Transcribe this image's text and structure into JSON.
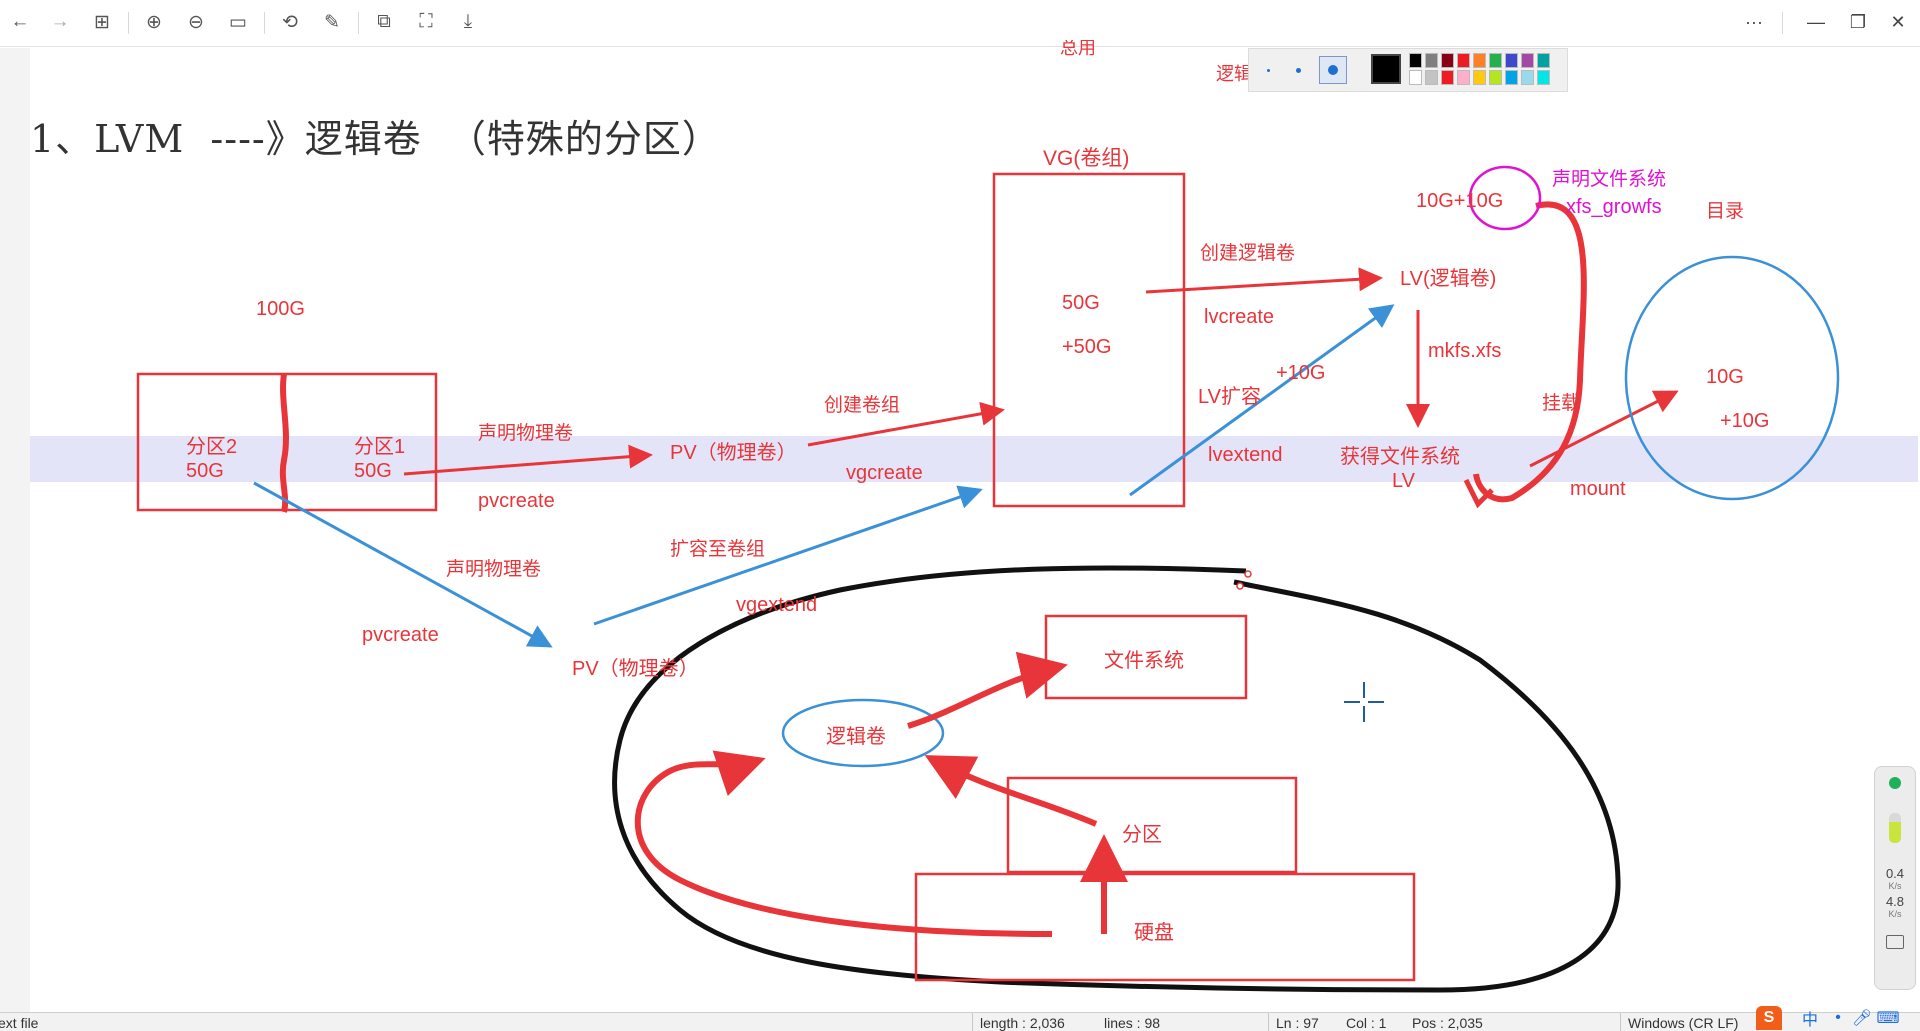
{
  "toolbar": {
    "buttons": [
      {
        "name": "back-button",
        "icon": "←"
      },
      {
        "name": "forward-button",
        "icon": "→"
      },
      {
        "name": "grid-view-button",
        "icon": "⊞"
      },
      {
        "name": "zoom-in-button",
        "icon": "⊕"
      },
      {
        "name": "zoom-out-button",
        "icon": "⊖"
      },
      {
        "name": "fit-page-button",
        "icon": "▭"
      },
      {
        "name": "rotate-button",
        "icon": "⟲"
      },
      {
        "name": "edit-button",
        "icon": "✎"
      },
      {
        "name": "copy-button",
        "icon": "⧉"
      },
      {
        "name": "fullscreen-button",
        "icon": "⛶"
      },
      {
        "name": "save-button",
        "icon": "⤓"
      }
    ],
    "more_icon": "···",
    "minimize_icon": "—",
    "restore_icon": "❐",
    "close_icon": "✕"
  },
  "heading": "1、LVM  ----》逻辑卷  （特殊的分区）",
  "partial_top_text": "总用",
  "palette": {
    "partial_label": "逻辑",
    "main_color": "#000000",
    "swatches_top": [
      "#000000",
      "#7f7f7f",
      "#880015",
      "#ed1c24",
      "#ff7f27",
      "#22b14c",
      "#3f48cc",
      "#a349a4",
      "#00a2a2"
    ],
    "swatches_bottom": [
      "#ffffff",
      "#c3c3c3",
      "#ed1c24",
      "#ffaec9",
      "#ffc90e",
      "#b5e61d",
      "#00a2e8",
      "#99d9ea",
      "#00e5e5"
    ]
  },
  "labels": {
    "vg_title": "VG(卷组)",
    "vg_50g": "50G",
    "vg_plus50g": "+50G",
    "d100g": "100G",
    "part2": "分区2",
    "part2_size": "50G",
    "part1": "分区1",
    "part1_size": "50G",
    "declare_pv_1": "声明物理卷",
    "pvcreate_1": "pvcreate",
    "pv_1": "PV（物理卷）",
    "create_vg": "创建卷组",
    "vgcreate": "vgcreate",
    "create_lv": "创建逻辑卷",
    "lvcreate": "lvcreate",
    "lv_title": "LV(逻辑卷)",
    "mkfs": "mkfs.xfs",
    "lv_extend": "LV扩容",
    "plus10g_a": "+10G",
    "lvextend": "lvextend",
    "get_fs": "获得文件系统",
    "lv": "LV",
    "g10_plus_10g": "10G+10G",
    "declare_fs": "声明文件系统",
    "xfs_growfs": "xfs_growfs",
    "dir": "目录",
    "mount_cn": "挂载",
    "mount": "mount",
    "c10g": "10G",
    "c_plus10g": "+10G",
    "declare_pv_2": "声明物理卷",
    "pvcreate_2": "pvcreate",
    "pv_2": "PV（物理卷）",
    "extend_vg": "扩容至卷组",
    "vgextend": "vgextend",
    "fs_box": "文件系统",
    "lv_ellipse": "逻辑卷",
    "partition": "分区",
    "disk": "硬盘"
  },
  "statusbar": {
    "file_type": "ext file",
    "length": "length : 2,036",
    "lines": "lines : 98",
    "ln": "Ln : 97",
    "col": "Col : 1",
    "pos": "Pos : 2,035",
    "eol": "Windows (CR LF)"
  },
  "ime": {
    "lang": "中",
    "logo": "S"
  },
  "net_widget": {
    "up": "0.4",
    "up_unit": "K/s",
    "down": "4.8",
    "down_unit": "K/s"
  }
}
